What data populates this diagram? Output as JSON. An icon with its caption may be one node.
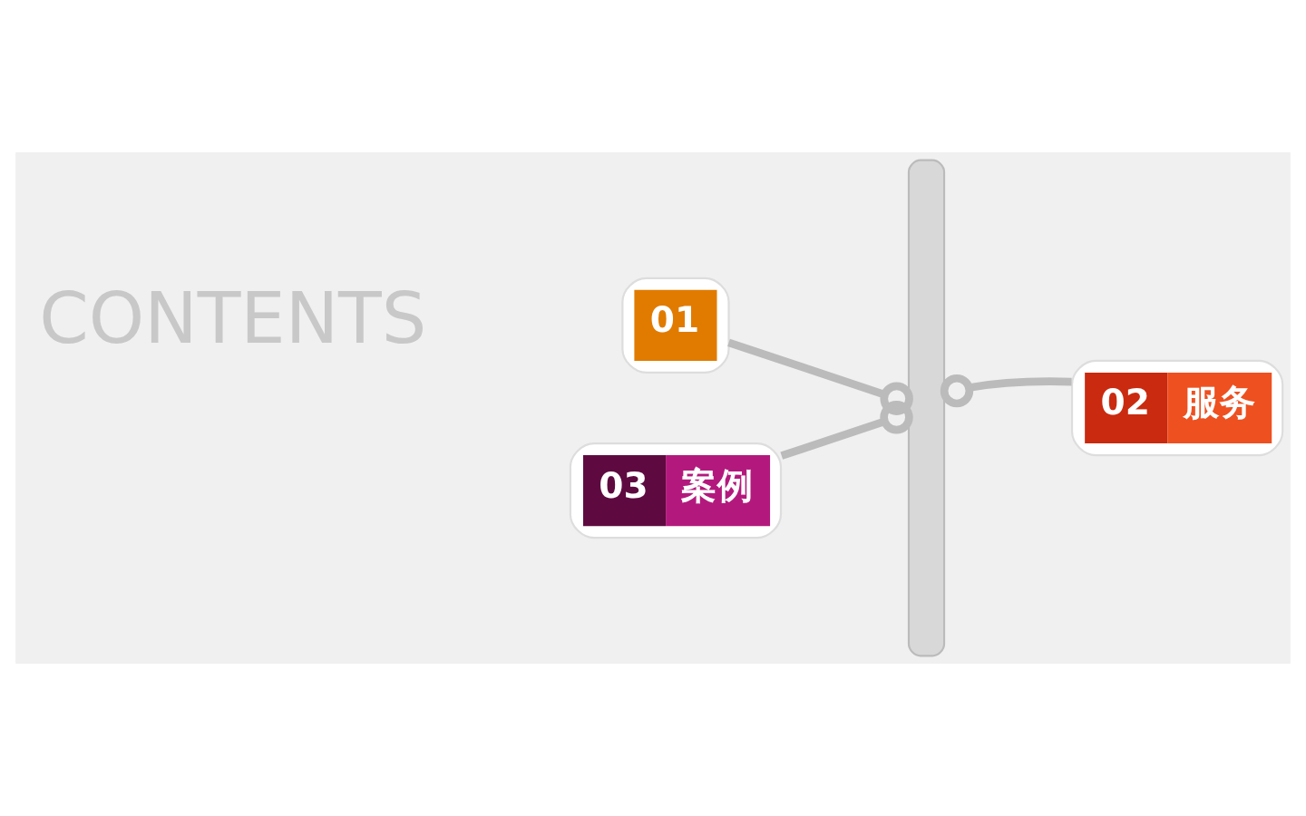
{
  "diagram": {
    "nodes": [
      {
        "text": [
          "01"
        ]
      },
      {
        "text": [],
        "shape": "bar"
      },
      {
        "text": [
          "02",
          "服务"
        ]
      },
      {
        "text": [
          "03",
          "案例"
        ]
      }
    ],
    "edges": [
      {
        "from": 0,
        "to": 1,
        "arrow": "other"
      },
      {
        "from": 2,
        "to": 1,
        "arrow": "other"
      },
      {
        "from": 3,
        "to": 1,
        "arrow": "other"
      }
    ],
    "labels": [
      "CONTENTS"
    ]
  }
}
